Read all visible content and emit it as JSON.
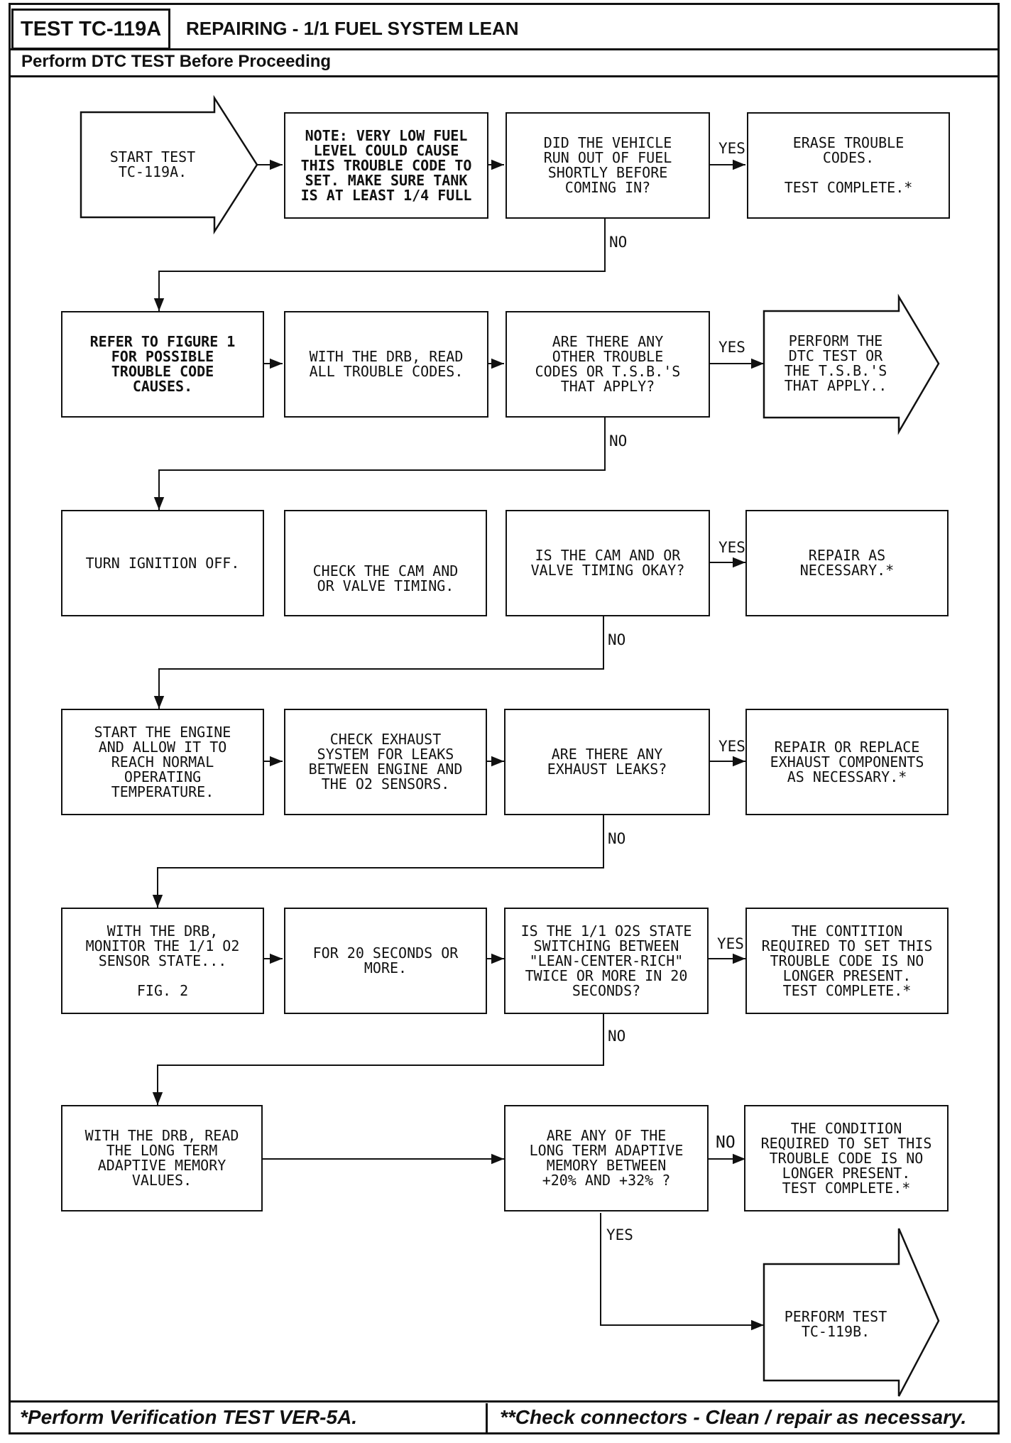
{
  "header": {
    "test_id": "TEST TC-119A",
    "title": "REPAIRING - 1/1 FUEL SYSTEM LEAN",
    "subheader": "Perform DTC TEST Before Proceeding"
  },
  "footer": {
    "left": "*Perform Verification TEST VER-5A.",
    "right": "**Check connectors - Clean / repair as necessary."
  },
  "flow": {
    "start": "START TEST\nTC-119A.",
    "note": "NOTE: VERY LOW FUEL\nLEVEL COULD CAUSE\nTHIS TROUBLE CODE TO\nSET. MAKE SURE TANK\nIS AT LEAST 1/4 FULL",
    "q_fuel": "DID THE VEHICLE\nRUN OUT OF FUEL\nSHORTLY BEFORE\nCOMING IN?",
    "erase": "ERASE TROUBLE\nCODES.\n\nTEST COMPLETE.*",
    "refer": "REFER TO FIGURE 1\nFOR POSSIBLE\nTROUBLE CODE\nCAUSES.",
    "read_codes": "WITH THE DRB, READ\nALL TROUBLE CODES.",
    "q_other": "ARE THERE ANY\nOTHER TROUBLE\nCODES OR T.S.B.'S\nTHAT APPLY?",
    "perform_dtc": "PERFORM THE\nDTC TEST OR\nTHE T.S.B.'S\nTHAT APPLY..",
    "ignition": "TURN IGNITION OFF.",
    "check_cam": "CHECK THE CAM AND\nOR VALVE TIMING.",
    "q_cam": "IS THE CAM AND OR\nVALVE TIMING OKAY?",
    "repair_cam": "REPAIR AS\nNECESSARY.*",
    "start_engine": "START THE ENGINE\nAND ALLOW IT TO\nREACH NORMAL\nOPERATING\nTEMPERATURE.",
    "check_exhaust": "CHECK EXHAUST\nSYSTEM FOR LEAKS\nBETWEEN ENGINE AND\nTHE O2 SENSORS.",
    "q_exhaust": "ARE THERE ANY\nEXHAUST LEAKS?",
    "repair_exhaust": "REPAIR OR REPLACE\nEXHAUST COMPONENTS\nAS NECESSARY.*",
    "monitor": "WITH THE DRB,\nMONITOR THE 1/1 O2\nSENSOR STATE...\n\nFIG. 2",
    "twenty_sec": "FOR 20 SECONDS OR\nMORE.",
    "q_o2s": "IS THE 1/1 O2S STATE\nSWITCHING BETWEEN\n\"LEAN-CENTER-RICH\"\nTWICE OR MORE IN 20\nSECONDS?",
    "contition": "THE CONTITION\nREQUIRED TO SET THIS\nTROUBLE CODE IS NO\nLONGER PRESENT.\nTEST COMPLETE.*",
    "read_adaptive": "WITH THE DRB, READ\nTHE LONG TERM\nADAPTIVE MEMORY\nVALUES.",
    "q_adaptive": "ARE ANY OF THE\nLONG TERM ADAPTIVE\nMEMORY BETWEEN\n+20% AND +32% ?",
    "condition": "THE CONDITION\nREQUIRED TO SET THIS\nTROUBLE CODE IS NO\nLONGER PRESENT.\nTEST COMPLETE.*",
    "perform_119b": "PERFORM TEST\nTC-119B."
  },
  "labels": {
    "yes": "YES",
    "no": "NO"
  }
}
